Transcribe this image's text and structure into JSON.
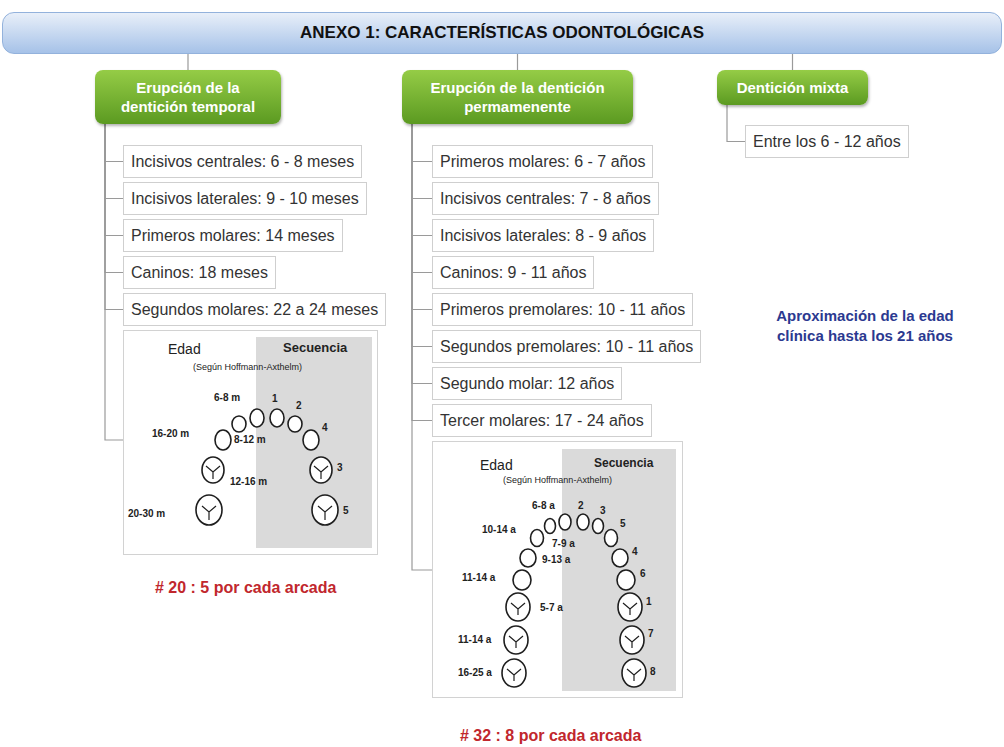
{
  "diagram": {
    "nodes": [
      {
        "text": [
          "ANEXO 1: CARACTERÍSTICAS ODONTOLÓGICAS"
        ]
      },
      {
        "text": [
          "Erupción de la dentición temporal"
        ]
      },
      {
        "text": [
          "Incisivos centrales: 6 - 8 meses"
        ]
      },
      {
        "text": [
          "Incisivos laterales: 9 - 10 meses"
        ]
      },
      {
        "text": [
          "Primeros molares: 14 meses"
        ]
      },
      {
        "text": [
          "Caninos: 18 meses"
        ]
      },
      {
        "text": [
          "Segundos molares: 22 a 24 meses"
        ]
      },
      {
        "text": [
          "Edad",
          "Secuencia",
          "(Según Hoffmann-Axthelm)",
          "6-8 m",
          "1",
          "2",
          "16-20 m",
          "8-12 m",
          "4",
          "12-16 m",
          "3",
          "20-30 m",
          "5"
        ]
      },
      {
        "text": [
          "Erupción de la dentición permamenente"
        ]
      },
      {
        "text": [
          "Primeros molares: 6 - 7 años"
        ]
      },
      {
        "text": [
          "Incisivos centrales: 7 - 8 años"
        ]
      },
      {
        "text": [
          "Incisivos laterales: 8 - 9 años"
        ]
      },
      {
        "text": [
          "Caninos: 9 - 11 años"
        ]
      },
      {
        "text": [
          "Primeros premolares: 10 - 11 años"
        ]
      },
      {
        "text": [
          "Segundos premolares: 10 - 11 años"
        ]
      },
      {
        "text": [
          "Segundo molar: 12 años"
        ]
      },
      {
        "text": [
          "Tercer molares: 17 - 24 años"
        ]
      },
      {
        "text": [
          "Edad",
          "Secuencia",
          "(Según Hoffmann-Axthelm)",
          "6-8 a",
          "2",
          "3",
          "10-14 a",
          "5",
          "7-9 a",
          "9-13 a",
          "4",
          "11-14 a",
          "6",
          "5-7 a",
          "1",
          "7",
          "11-14 a",
          "16-25 a",
          "8"
        ]
      },
      {
        "text": [
          "Dentición mixta"
        ]
      },
      {
        "text": [
          "Entre los 6 - 12 años"
        ]
      }
    ],
    "edges": [
      {
        "from": 0,
        "to": 1,
        "arrow": "none"
      },
      {
        "from": 0,
        "to": 8,
        "arrow": "none"
      },
      {
        "from": 0,
        "to": 18,
        "arrow": "none"
      },
      {
        "from": 1,
        "to": 2,
        "arrow": "none"
      },
      {
        "from": 1,
        "to": 3,
        "arrow": "none"
      },
      {
        "from": 1,
        "to": 4,
        "arrow": "none"
      },
      {
        "from": 1,
        "to": 5,
        "arrow": "none"
      },
      {
        "from": 1,
        "to": 6,
        "arrow": "none"
      },
      {
        "from": 1,
        "to": 7,
        "arrow": "none"
      },
      {
        "from": 8,
        "to": 9,
        "arrow": "none"
      },
      {
        "from": 8,
        "to": 10,
        "arrow": "none"
      },
      {
        "from": 8,
        "to": 11,
        "arrow": "none"
      },
      {
        "from": 8,
        "to": 12,
        "arrow": "none"
      },
      {
        "from": 8,
        "to": 13,
        "arrow": "none"
      },
      {
        "from": 8,
        "to": 14,
        "arrow": "none"
      },
      {
        "from": 8,
        "to": 15,
        "arrow": "none"
      },
      {
        "from": 8,
        "to": 16,
        "arrow": "none"
      },
      {
        "from": 8,
        "to": 17,
        "arrow": "none"
      },
      {
        "from": 18,
        "to": 19,
        "arrow": "none"
      }
    ],
    "labels": [
      "# 20 : 5 por cada arcada",
      "Aproximación de la edad clínica hasta los 21 años",
      "# 32 : 8 por cada arcada"
    ]
  }
}
